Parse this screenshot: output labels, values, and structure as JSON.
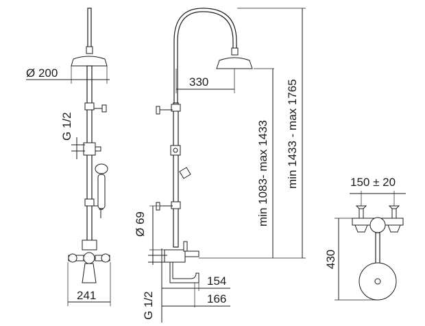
{
  "dimensions": {
    "showerhead_diameter": "Ø 200",
    "inlet_thread_left": "G 1/2",
    "column_width": "241",
    "arm_reach": "330",
    "min_max_height_lower": "min 1083- max 1433",
    "min_max_height_total": "min 1433 - max 1765",
    "bracket_diameter": "Ø 69",
    "inlet_thread_bottom": "G 1/2",
    "spout_reach_1": "154",
    "spout_reach_2": "166",
    "center_distance": "150 ± 20",
    "top_view_height": "430"
  }
}
